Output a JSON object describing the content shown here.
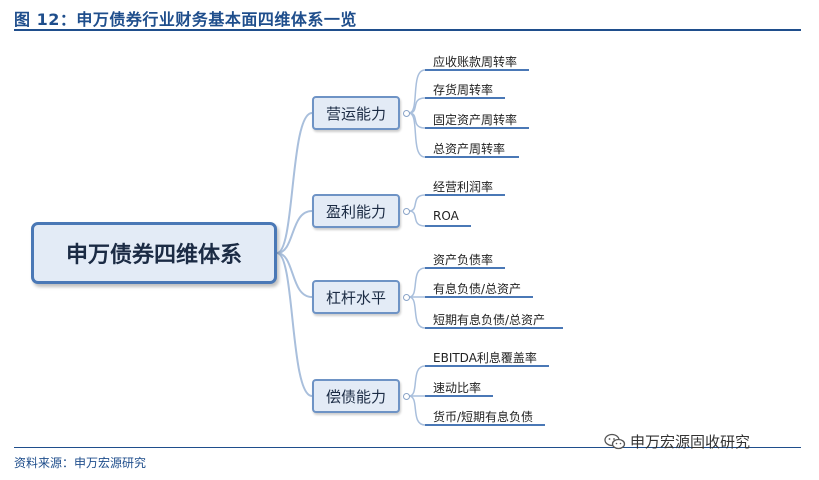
{
  "figure": {
    "title": "图 12：申万债券行业财务基本面四维体系一览"
  },
  "root": {
    "label": "申万债券四维体系"
  },
  "categories": [
    {
      "label": "营运能力",
      "items": [
        "应收账款周转率",
        "存货周转率",
        "固定资产周转率",
        "总资产周转率"
      ]
    },
    {
      "label": "盈利能力",
      "items": [
        "经营利润率",
        "ROA"
      ]
    },
    {
      "label": "杠杆水平",
      "items": [
        "资产负债率",
        "有息负债/总资产",
        "短期有息负债/总资产"
      ]
    },
    {
      "label": "偿债能力",
      "items": [
        "EBITDA利息覆盖率",
        "速动比率",
        "货币/短期有息负债"
      ]
    }
  ],
  "footer": {
    "source": "资料来源：申万宏源研究",
    "watermark": "申万宏源固收研究",
    "watermark_icon": "wechat-icon"
  },
  "colors": {
    "accent": "#1f4e8c",
    "node_border": "#4a78b6",
    "node_fill": "#e3ebf6",
    "connector": "#a9bfdc"
  }
}
